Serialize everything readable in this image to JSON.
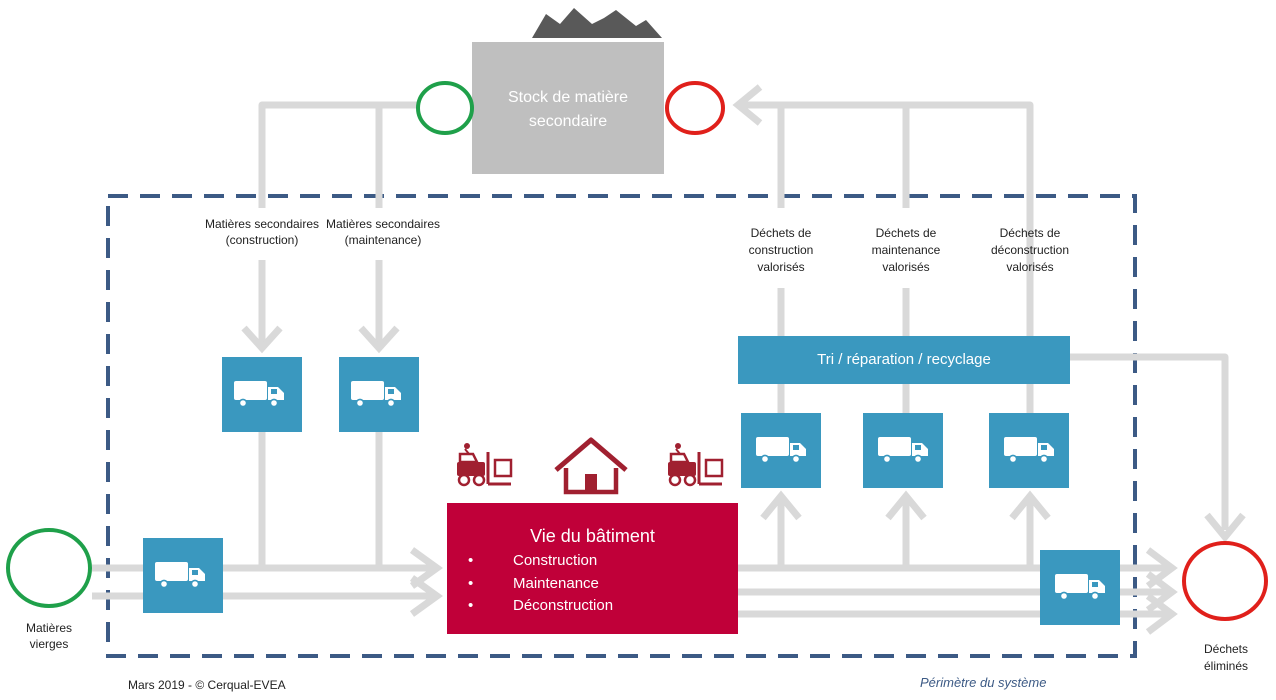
{
  "stock": {
    "title_line1": "Stock de matière",
    "title_line2": "secondaire"
  },
  "inputs": {
    "secondary_construction": {
      "line1": "Matières secondaires",
      "line2": "(construction)"
    },
    "secondary_maintenance": {
      "line1": "Matières secondaires",
      "line2": "(maintenance)"
    },
    "virgin": {
      "line1": "Matières",
      "line2": "vierges"
    }
  },
  "waste_streams": {
    "construction": {
      "line1": "Déchets de",
      "line2": "construction",
      "line3": "valorisés"
    },
    "maintenance": {
      "line1": "Déchets de",
      "line2": "maintenance",
      "line3": "valorisés"
    },
    "deconstruction": {
      "line1": "Déchets de",
      "line2": "déconstruction",
      "line3": "valorisés"
    }
  },
  "sorting_box": {
    "label": "Tri / réparation / recyclage"
  },
  "building": {
    "title": "Vie du bâtiment",
    "bullet": "•",
    "items": [
      "Construction",
      "Maintenance",
      "Déconstruction"
    ]
  },
  "outputs": {
    "eliminated": {
      "line1": "Déchets",
      "line2": "éliminés"
    }
  },
  "footer": {
    "credit": "Mars 2019 - © Cerqual-EVEA",
    "perimeter": "Périmètre du système"
  },
  "icons": [
    "mountain-pile-icon",
    "truck-icon",
    "forklift-icon",
    "house-icon"
  ],
  "colors": {
    "flow_arrow": "#d9d9d9",
    "stock_box": "#bfbfbf",
    "transport_box": "#3a98bf",
    "building_box": "#c00039",
    "circle_green": "#1fa04a",
    "circle_red": "#e0201b",
    "perimeter": "#3c5a85",
    "icon_red": "#a02030"
  }
}
